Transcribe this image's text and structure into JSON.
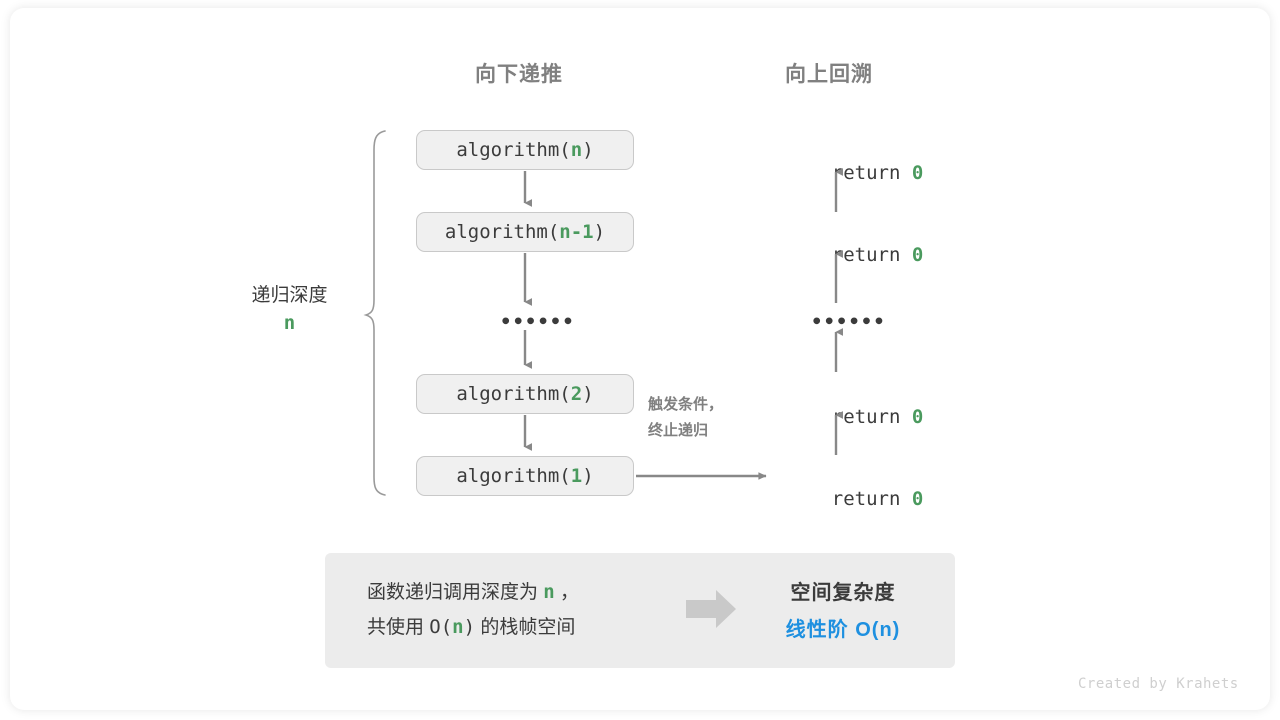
{
  "headers": {
    "down": "向下递推",
    "up": "向上回溯"
  },
  "depth_brace": {
    "label": "递归深度",
    "value": "n"
  },
  "call_stack": [
    {
      "prefix": "algorithm(",
      "arg": "n",
      "suffix": ")"
    },
    {
      "prefix": "algorithm(",
      "arg": "n-1",
      "suffix": ")"
    },
    {
      "prefix": "algorithm(",
      "arg": "2",
      "suffix": ")"
    },
    {
      "prefix": "algorithm(",
      "arg": "1",
      "suffix": ")"
    }
  ],
  "returns": [
    {
      "keyword": "return ",
      "value": "0"
    },
    {
      "keyword": "return ",
      "value": "0"
    },
    {
      "keyword": "return ",
      "value": "0"
    },
    {
      "keyword": "return ",
      "value": "0"
    }
  ],
  "ellipsis": "••••••",
  "terminate_note": "触发条件，\n终止递归",
  "summary": {
    "line1_a": "函数递归调用深度为 ",
    "line1_n": "n",
    "line1_b": " ，",
    "line2_a": "共使用 ",
    "line2_O": "O(",
    "line2_n": "n",
    "line2_O2": ")",
    "line2_b": " 的栈帧空间",
    "result_title": "空间复杂度",
    "result_value": "线性阶 O(n)"
  },
  "footer": "Created by Krahets",
  "colors": {
    "accent_green": "#4a9a5e",
    "accent_blue": "#1e90e0",
    "text": "#3b3b3b",
    "muted": "#808080",
    "box_fill": "#f0f0f0",
    "box_border": "#c9c9c9",
    "summary_fill": "#ececec",
    "arrow": "#888888"
  }
}
